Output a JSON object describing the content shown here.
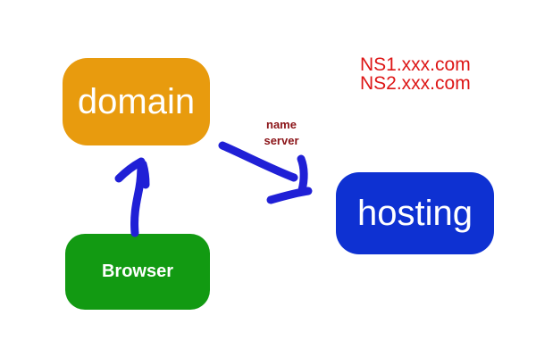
{
  "diagram": {
    "title": "domain-hosting-nameserver-diagram",
    "nodes": {
      "domain": {
        "label": "domain",
        "color": "#E89B0E",
        "text_color": "#ffffff"
      },
      "browser": {
        "label": "Browser",
        "color": "#129A12",
        "text_color": "#ffffff"
      },
      "hosting": {
        "label": "hosting",
        "color": "#0E31D2",
        "text_color": "#ffffff"
      }
    },
    "annotations": {
      "nameservers": {
        "lines": [
          "NS1.xxx.com",
          "NS2.xxx.com"
        ],
        "color": "#DD1616"
      },
      "edge_label": {
        "lines": [
          "name",
          "server"
        ],
        "color": "#8B1418"
      }
    },
    "arrows": {
      "color": "#2020D6",
      "items": [
        {
          "name": "browser-to-domain",
          "description": "hand-drawn arrow pointing up from Browser to domain"
        },
        {
          "name": "domain-to-hosting",
          "description": "hand-drawn arrow pointing down-right from domain to hosting"
        }
      ]
    }
  }
}
